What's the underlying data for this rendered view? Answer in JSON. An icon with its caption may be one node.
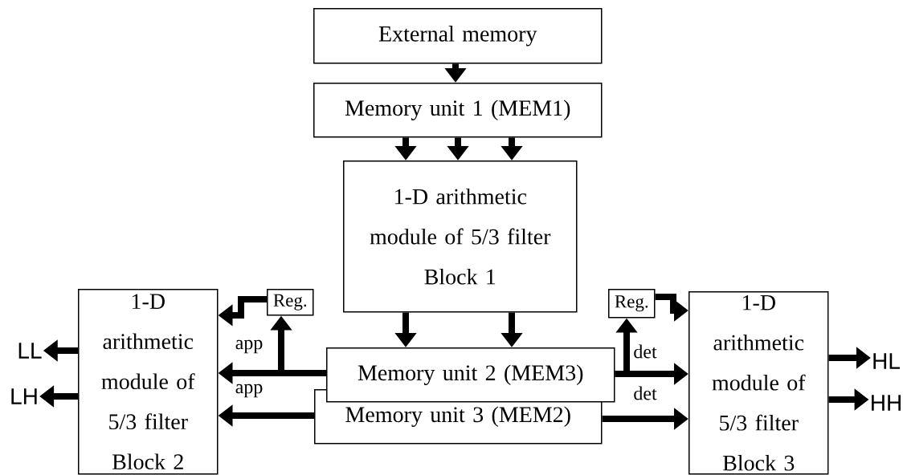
{
  "diagram": {
    "nodes": [
      {
        "text": [
          "External memory"
        ]
      },
      {
        "text": [
          "Memory unit 1 (MEM1)"
        ]
      },
      {
        "text": [
          "1-D arithmetic module of 5/3 filter",
          "Block 1"
        ]
      },
      {
        "text": [
          "1-D arithmetic module of 5/3 filter",
          "Block 2"
        ]
      },
      {
        "text": [
          "Reg."
        ]
      },
      {
        "text": [
          "Memory unit 2 (MEM3)"
        ]
      },
      {
        "text": [
          "Memory unit 3 (MEM2)"
        ]
      },
      {
        "text": [
          "Reg."
        ]
      },
      {
        "text": [
          "1-D arithmetic module of 5/3 filter",
          "Block 3"
        ]
      },
      {
        "text": [
          "LL"
        ]
      },
      {
        "text": [
          "LH"
        ]
      },
      {
        "text": [
          "HL"
        ]
      },
      {
        "text": [
          "HH"
        ]
      }
    ],
    "edges": [
      {
        "from": 0,
        "to": 1,
        "arrow": "to"
      },
      {
        "from": 1,
        "to": 2,
        "arrow": "to"
      },
      {
        "from": 1,
        "to": 2,
        "arrow": "to"
      },
      {
        "from": 1,
        "to": 2,
        "arrow": "to"
      },
      {
        "from": 2,
        "to": 5,
        "arrow": "to"
      },
      {
        "from": 2,
        "to": 5,
        "arrow": "to"
      },
      {
        "from": 5,
        "to": 3,
        "arrow": "to",
        "label": "app"
      },
      {
        "from": 5,
        "to": 4,
        "arrow": "to"
      },
      {
        "from": 4,
        "to": 3,
        "arrow": "to"
      },
      {
        "from": 6,
        "to": 3,
        "arrow": "to",
        "label": "app"
      },
      {
        "from": 5,
        "to": 8,
        "arrow": "to",
        "label": "det"
      },
      {
        "from": 5,
        "to": 7,
        "arrow": "to"
      },
      {
        "from": 7,
        "to": 8,
        "arrow": "to"
      },
      {
        "from": 6,
        "to": 8,
        "arrow": "to",
        "label": "det"
      },
      {
        "from": 3,
        "to": 9,
        "arrow": "to"
      },
      {
        "from": 3,
        "to": 10,
        "arrow": "to"
      },
      {
        "from": 8,
        "to": 11,
        "arrow": "to"
      },
      {
        "from": 8,
        "to": 12,
        "arrow": "to"
      }
    ]
  }
}
